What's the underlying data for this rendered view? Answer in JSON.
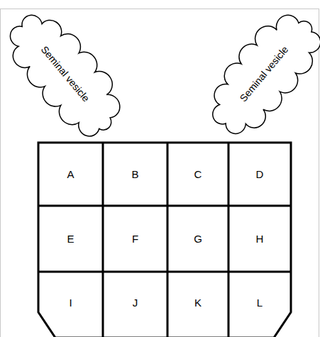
{
  "diagram": {
    "nodes": [
      {
        "text": [
          "Seminal vesicle"
        ]
      },
      {
        "text": [
          "Seminal vesicle"
        ]
      },
      {
        "text": [
          "A"
        ]
      },
      {
        "text": [
          "B"
        ]
      },
      {
        "text": [
          "C"
        ]
      },
      {
        "text": [
          "D"
        ]
      },
      {
        "text": [
          "E"
        ]
      },
      {
        "text": [
          "F"
        ]
      },
      {
        "text": [
          "G"
        ]
      },
      {
        "text": [
          "H"
        ]
      },
      {
        "text": [
          "I"
        ]
      },
      {
        "text": [
          "J"
        ]
      },
      {
        "text": [
          "K"
        ]
      },
      {
        "text": [
          "L"
        ]
      }
    ]
  }
}
